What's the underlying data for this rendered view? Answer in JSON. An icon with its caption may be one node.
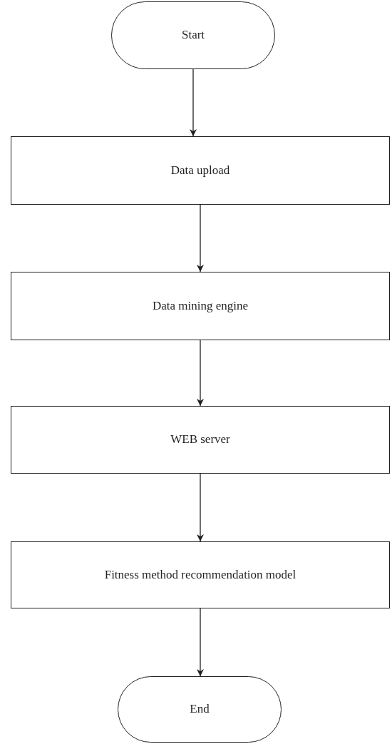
{
  "diagram": {
    "nodes": [
      {
        "text": [
          "Start"
        ]
      },
      {
        "text": [
          "Data upload"
        ]
      },
      {
        "text": [
          "Data mining engine"
        ]
      },
      {
        "text": [
          "WEB server"
        ]
      },
      {
        "text": [
          "Fitness method recommendation model"
        ]
      },
      {
        "text": [
          "End"
        ]
      }
    ],
    "edges": [
      {
        "from": 0,
        "to": 1,
        "arrow": "to"
      },
      {
        "from": 1,
        "to": 2,
        "arrow": "to"
      },
      {
        "from": 2,
        "to": 3,
        "arrow": "to"
      },
      {
        "from": 3,
        "to": 4,
        "arrow": "to"
      },
      {
        "from": 4,
        "to": 5,
        "arrow": "to"
      }
    ]
  }
}
